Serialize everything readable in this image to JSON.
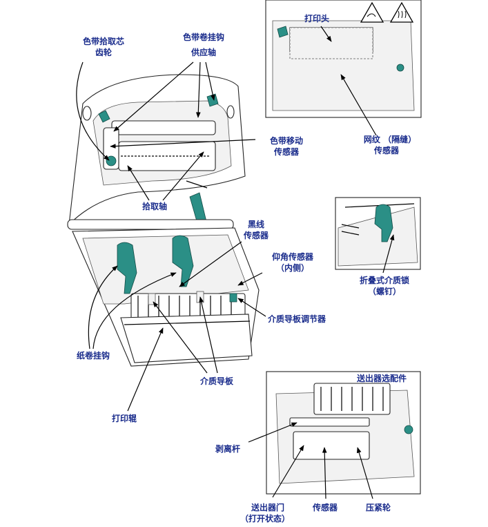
{
  "labels": {
    "ribbon_takeup_gear_1": "色带拾取芯",
    "ribbon_takeup_gear_2": "齿轮",
    "ribbon_hook_1": "色带卷挂钩",
    "ribbon_hook_2": "供应轴",
    "ribbon_motion_1": "色带移动",
    "ribbon_motion_2": "传感器",
    "takeup_spindle": "拾取轴",
    "black_line_1": "黑线",
    "black_line_2": "传感器",
    "upper_sensor_1": "仰角传感器",
    "upper_sensor_2": "（内侧）",
    "media_guide_adjuster": "介质导板调节器",
    "roll_hanger": "纸卷挂钩",
    "media_guide": "介质导板",
    "platen": "打印辊",
    "printhead": "打印头",
    "web_sensor_1": "网纹 （隔缝）",
    "web_sensor_2": "传感器",
    "lock_1": "折叠式介质锁",
    "lock_2": "（螺钉）",
    "dispenser_option": "送出器选配件",
    "peel_bar": "剥离杆",
    "door_1": "送出器门",
    "door_2": "（打开状态）",
    "sensor": "传感器",
    "pinch_roller": "压紧轮"
  },
  "colors": {
    "label": "#1a2c8c",
    "teal": "#2b8f86"
  },
  "icons": [
    "caution-hand-icon",
    "hot-surface-icon"
  ]
}
